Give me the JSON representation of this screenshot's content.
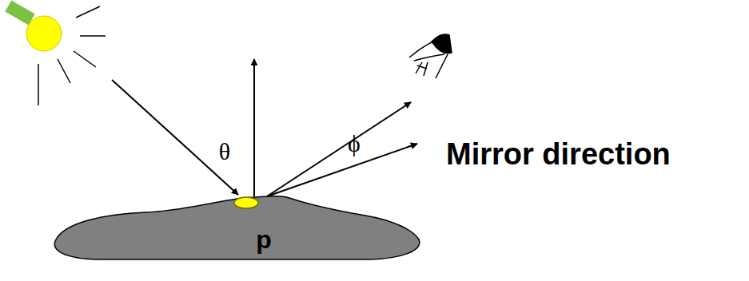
{
  "diagram": {
    "nodes": [
      {
        "text": [
          "p"
        ]
      }
    ],
    "labels": [
      "θ",
      "ϕ",
      "Mirror direction"
    ]
  }
}
